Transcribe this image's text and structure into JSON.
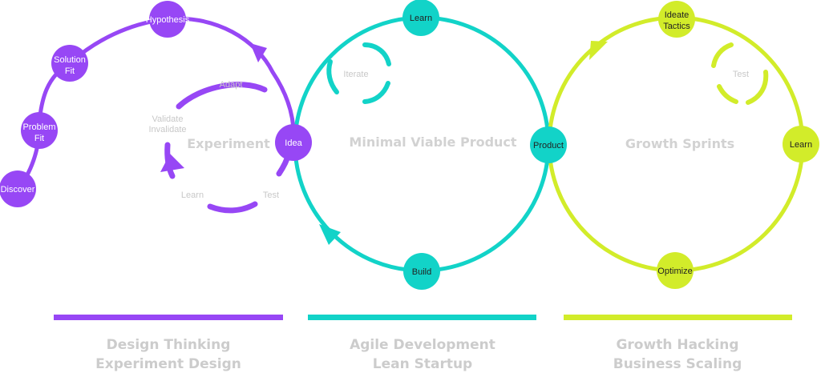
{
  "colors": {
    "purple": "#9747f5",
    "teal": "#12d3c8",
    "lime": "#d2ec2a",
    "muted_text": "#c8c8c8"
  },
  "design_thinking": {
    "nodes": {
      "discover": "Discover",
      "problem_fit": [
        "Problem",
        "Fit"
      ],
      "solution_fit": [
        "Solution",
        "Fit"
      ],
      "hypothesis": "Hypothesis",
      "idea": "Idea"
    },
    "center_title": "Experiment",
    "loop_labels": {
      "adapt": "Adapt",
      "validate": [
        "Validate",
        "Invalidate"
      ],
      "learn": "Learn",
      "test": "Test"
    },
    "footer": [
      "Design Thinking",
      "Experiment Design"
    ]
  },
  "agile": {
    "nodes": {
      "learn": "Learn",
      "build": "Build",
      "product": "Product"
    },
    "center_title": "Minimal Viable Product",
    "inner_label": "Iterate",
    "footer": [
      "Agile Development",
      "Lean Startup"
    ]
  },
  "growth": {
    "nodes": {
      "ideate": [
        "Ideate",
        "Tactics"
      ],
      "learn": "Learn",
      "optimize": "Optimize"
    },
    "center_title": "Growth Sprints",
    "inner_label": "Test",
    "footer": [
      "Growth Hacking",
      "Business Scaling"
    ]
  }
}
